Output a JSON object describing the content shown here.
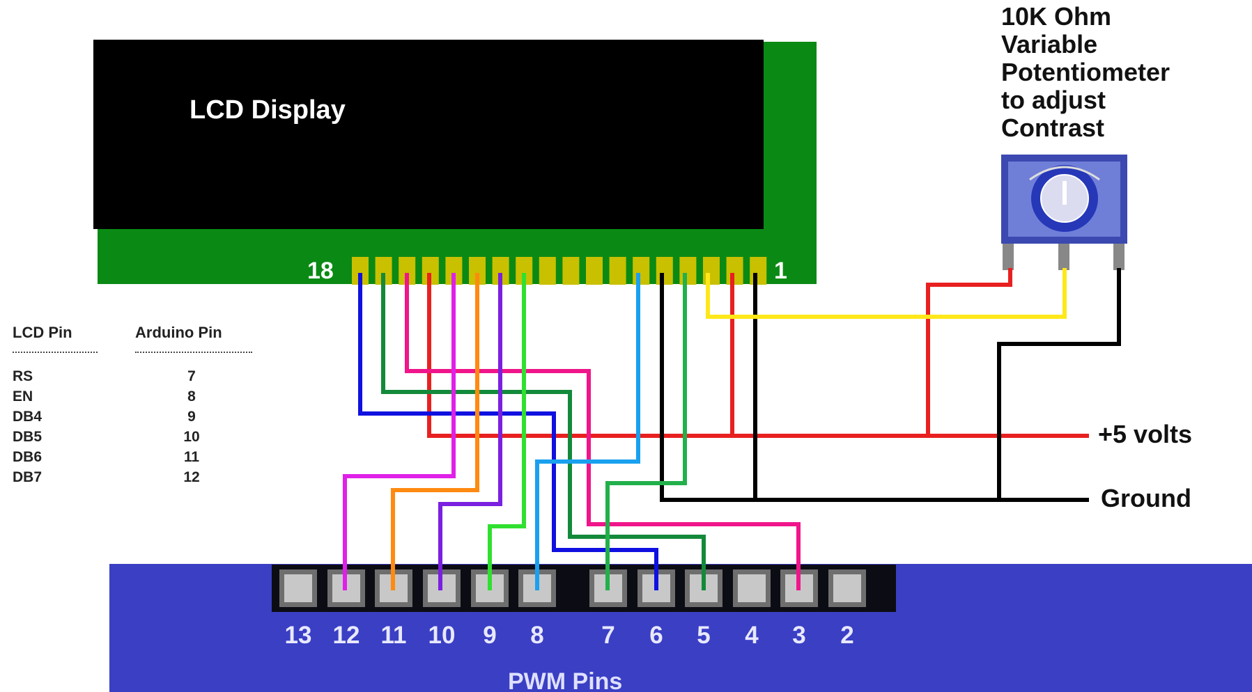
{
  "lcd": {
    "title": "LCD Display",
    "pin_left_label": "18",
    "pin_right_label": "1",
    "pin_count": 18
  },
  "potentiometer": {
    "label_lines": [
      "10K Ohm",
      "Variable",
      "Potentiometer",
      "to adjust",
      "Contrast"
    ]
  },
  "rails": {
    "positive": "+5 volts",
    "ground": "Ground"
  },
  "mapping_table": {
    "headers": [
      "LCD Pin",
      "Arduino Pin"
    ],
    "rows": [
      {
        "lcd": "RS",
        "arduino": "7"
      },
      {
        "lcd": "EN",
        "arduino": "8"
      },
      {
        "lcd": "DB4",
        "arduino": "9"
      },
      {
        "lcd": "DB5",
        "arduino": "10"
      },
      {
        "lcd": "DB6",
        "arduino": "11"
      },
      {
        "lcd": "DB7",
        "arduino": "12"
      }
    ]
  },
  "arduino_header": {
    "pins": [
      "13",
      "12",
      "11",
      "10",
      "9",
      "8",
      "7",
      "6",
      "5",
      "4",
      "3",
      "2"
    ],
    "label": "PWM Pins"
  },
  "colors": {
    "lcd_body": "#000000",
    "pcb_green": "#0a8a14",
    "pin_pad": "#c9c000",
    "arduino_blue": "#3a3fc4",
    "pot_blue": "#3b49b0",
    "wire_red": "#e82020",
    "wire_black": "#000000",
    "wire_yellow": "#ffe81a",
    "wire_blue": "#1010e0",
    "wire_dark_green": "#138a3a",
    "wire_pink": "#f0158a",
    "wire_magenta": "#e020e8",
    "wire_orange": "#ff8a10",
    "wire_purple": "#7a20e0",
    "wire_bright_green": "#30e030",
    "wire_light_blue": "#1aa0ee",
    "wire_mid_green": "#22b04a"
  }
}
